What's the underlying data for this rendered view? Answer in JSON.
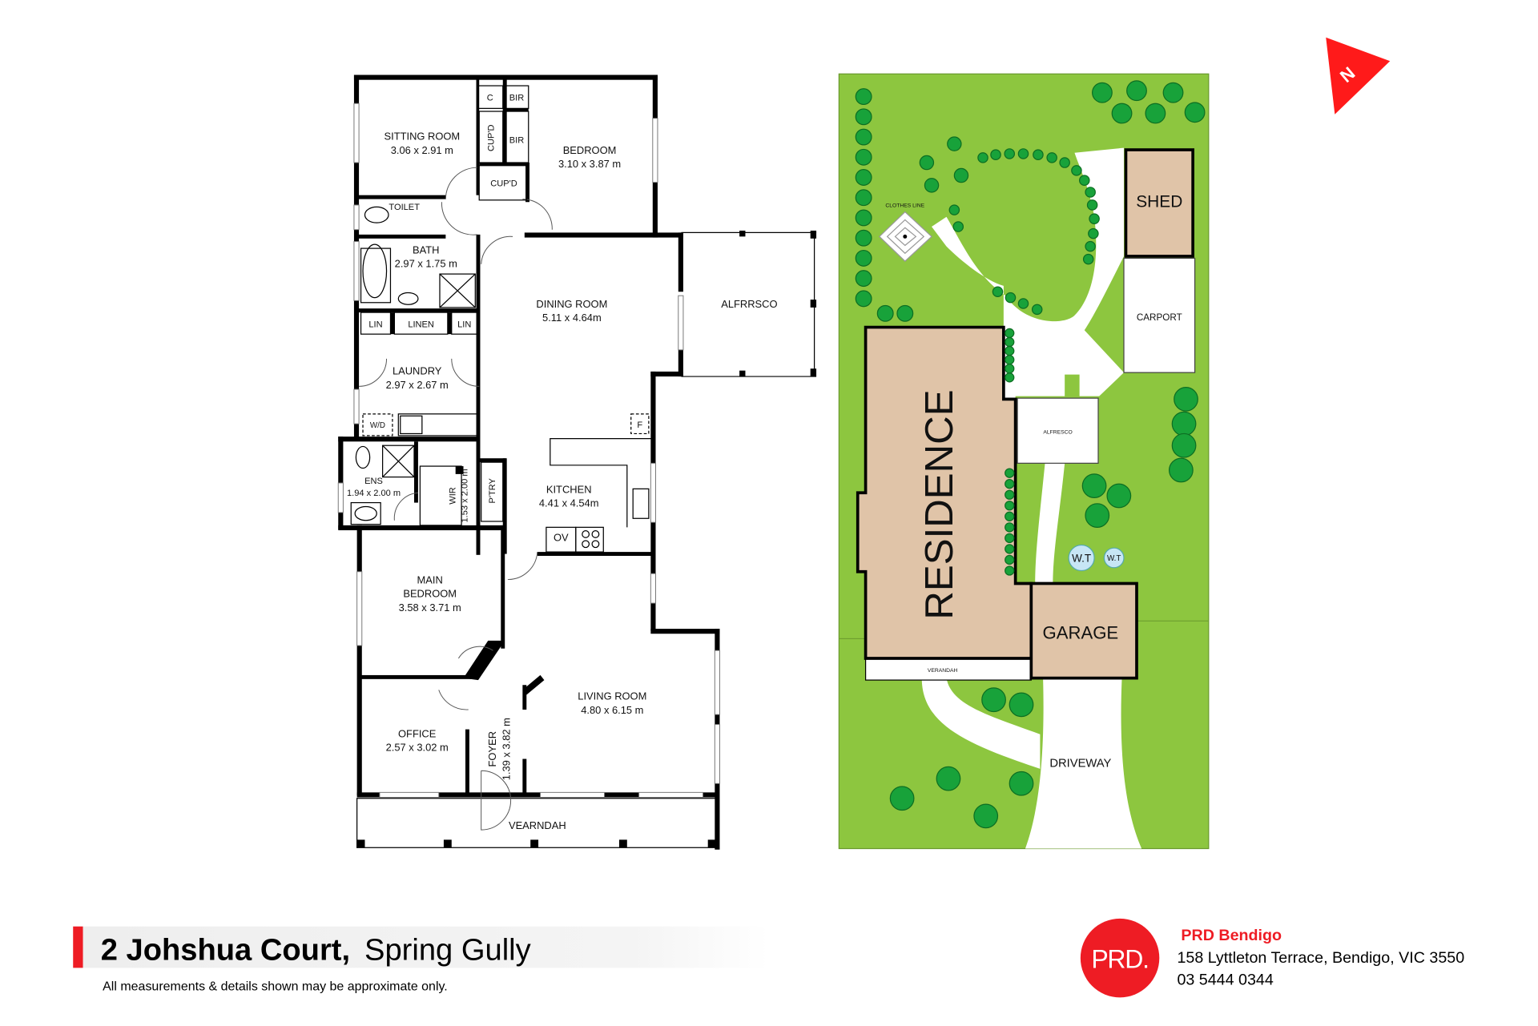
{
  "floor_plan": {
    "rooms": [
      {
        "name": "SITTING ROOM",
        "size": "3.06 x 2.91 m"
      },
      {
        "name": "BEDROOM",
        "size": "3.10 x 3.87 m"
      },
      {
        "name": "BATH",
        "size": "2.97 x 1.75 m"
      },
      {
        "name": "DINING ROOM",
        "size": "5.11 x 4.64m"
      },
      {
        "name": "LAUNDRY",
        "size": "2.97 x 2.67 m"
      },
      {
        "name": "ENS",
        "size": "1.94 x 2.00 m"
      },
      {
        "name": "KITCHEN",
        "size": "4.41 x 4.54m"
      },
      {
        "name": "MAIN",
        "name2": "BEDROOM",
        "size": "3.58 x 3.71 m"
      },
      {
        "name": "LIVING ROOM",
        "size": "4.80 x 6.15 m"
      },
      {
        "name": "OFFICE",
        "size": "2.57 x 3.02 m"
      },
      {
        "name": "FOYER",
        "size": "1.39 x 3.82 m"
      },
      {
        "name": "WIR",
        "size": "1.53 x 2.00 m"
      }
    ],
    "labels": {
      "c": "C",
      "bir1": "BIR",
      "bir2": "BIR",
      "cupd1": "CUP'D",
      "cupd2": "CUP'D",
      "toilet": "TOILET",
      "lin1": "LIN",
      "linen": "LINEN",
      "lin2": "LIN",
      "wd": "W/D",
      "f": "F",
      "ptry": "P'TRY",
      "ov": "OV",
      "alfresco": "ALFRRSCO",
      "verandah": "VEARNDAH"
    }
  },
  "site_plan": {
    "residence": "RESIDENCE",
    "garage": "GARAGE",
    "shed": "SHED",
    "carport": "CARPORT",
    "alfresco": "ALFRESCO",
    "verandah": "VERANDAH",
    "driveway": "DRIVEWAY",
    "clothes_line": "CLOTHES LINE",
    "water_tank_1": "W.T",
    "water_tank_2": "W.T",
    "colors": {
      "grass": "#8dc63f",
      "building": "#e0c4a8",
      "tree": "#18a23a"
    }
  },
  "north_arrow": {
    "label": "N",
    "color": "#ff1a1a"
  },
  "footer": {
    "address_bold": "2 Johshua Court,",
    "address_suburb": "Spring Gully",
    "disclaimer": "All measurements & details shown may be approximate only.",
    "agency_logo": "PRD.",
    "agency_name": "PRD Bendigo",
    "agency_address": "158 Lyttleton Terrace, Bendigo, VIC 3550",
    "agency_phone": "03 5444 0344",
    "accent_color": "#ee1c24"
  }
}
